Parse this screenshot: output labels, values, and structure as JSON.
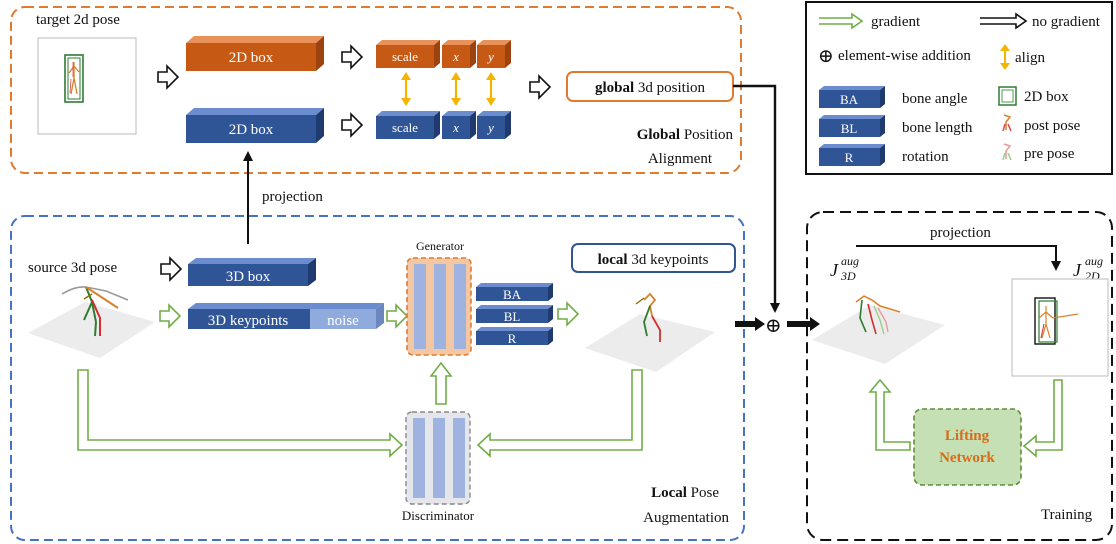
{
  "colors": {
    "orange": "#e07a2e",
    "orange_box": "#c65a14",
    "blue_dashed": "#4472c4",
    "blue_box": "#2f5597",
    "green_arrow": "#70ad47",
    "yellow_arrow": "#f4b400",
    "light_blue": "#9eb3e0",
    "lifting_fill": "#c5e0b4",
    "lifting_text": "#d96b1a"
  },
  "global": {
    "target_label": "target 2d pose",
    "box_2d_orange": "2D box",
    "box_2d_blue": "2D box",
    "scale": "scale",
    "x": "x",
    "y": "y",
    "position_bold": "global",
    "position_rest": " 3d position",
    "title_bold": "Global",
    "title_rest": " Position",
    "title_line2": "Alignment"
  },
  "projection_label": "projection",
  "local": {
    "source_label": "source 3d pose",
    "box_3d": "3D box",
    "keypoints": "3D keypoints",
    "noise": "noise",
    "generator": "Generator",
    "ba": "BA",
    "bl": "BL",
    "r": "R",
    "keypoints_bold": "local",
    "keypoints_rest": " 3d keypoints",
    "discriminator": "Discriminator",
    "title_bold": "Local",
    "title_rest": " Pose",
    "title_line2": "Augmentation"
  },
  "legend": {
    "gradient": "gradient",
    "no_gradient": "no gradient",
    "element_wise": "element-wise addition",
    "align": "align",
    "ba": "BA",
    "ba_desc": "bone angle",
    "bl": "BL",
    "bl_desc": "bone length",
    "r": "R",
    "r_desc": "rotation",
    "box_2d": "2D box",
    "post_pose": "post pose",
    "pre_pose": "pre pose"
  },
  "training": {
    "projection": "projection",
    "j_symbol": "J",
    "j3d_sup": "aug",
    "j3d_sub": "3D",
    "j2d_sup": "aug",
    "j2d_sub": "2D",
    "lifting_line1": "Lifting",
    "lifting_line2": "Network",
    "title": "Training"
  },
  "plus_symbol": "⊕"
}
